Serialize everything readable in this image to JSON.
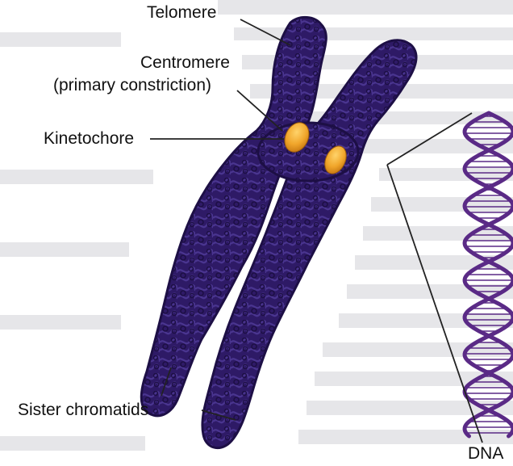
{
  "labels": {
    "telomere": "Telomere",
    "centromere_line1": "Centromere",
    "centromere_line2": "(primary constriction)",
    "kinetochore": "Kinetochore",
    "sister_chromatids": "Sister chromatids",
    "dna": "DNA"
  },
  "colors": {
    "chromatin": "#2e1a66",
    "chromatin_dark": "#1d0f45",
    "kinetochore": "#f0a52a",
    "dna_strand": "#5a2a86",
    "leader_line": "#222222",
    "background_text": "#c9c9cc"
  }
}
